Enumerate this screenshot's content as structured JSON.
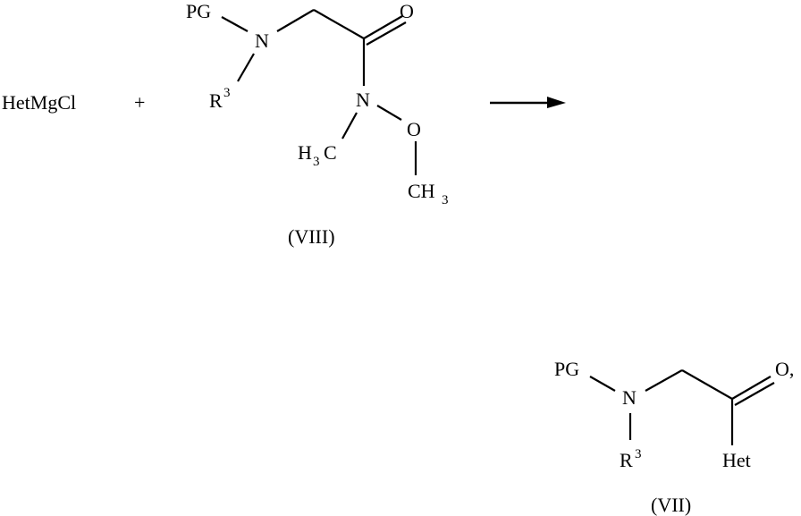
{
  "reaction": {
    "reagent": "HetMgCl",
    "plus": "+",
    "arrow": "reaction-arrow",
    "reactant": {
      "label": "(VIII)",
      "atoms": {
        "pg": "PG",
        "n1": "N",
        "r": "R",
        "r_sup": "3",
        "o_carbonyl": "O",
        "n2": "N",
        "o_methoxy": "O",
        "h3c_h": "H",
        "h3c_sub": "3",
        "h3c_c": "C",
        "ch3_c": "CH",
        "ch3_sub": "3"
      }
    },
    "product": {
      "label": "(VII)",
      "atoms": {
        "pg": "PG",
        "n1": "N",
        "r": "R",
        "r_sup": "3",
        "o_carbonyl": "O,",
        "het": "Het"
      }
    }
  }
}
